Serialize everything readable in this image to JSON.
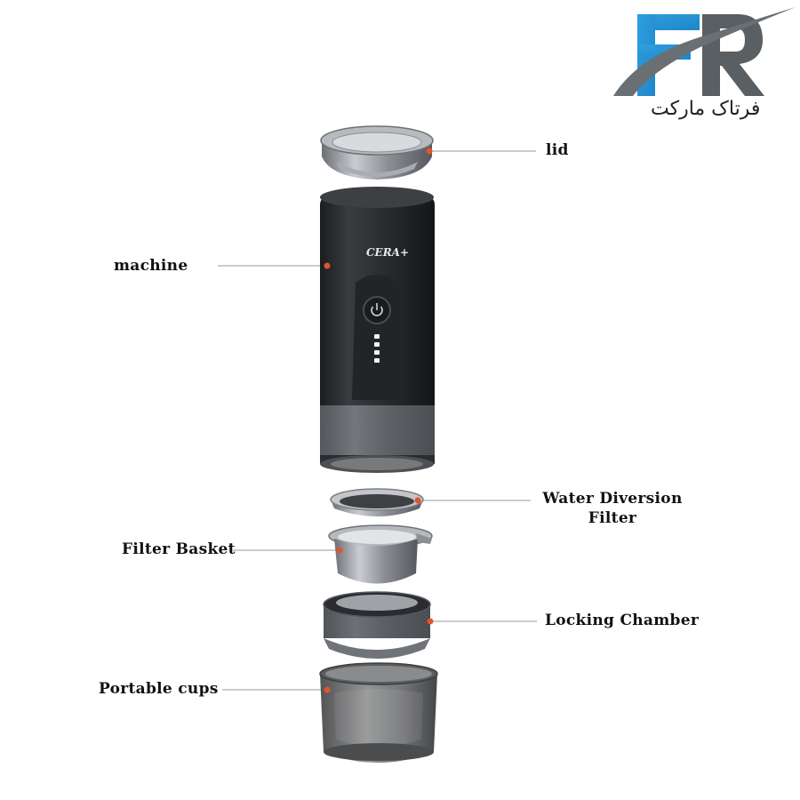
{
  "brand": {
    "logo_letters": "FR",
    "logo_text": "فرتاک مارکت",
    "colors": {
      "blue": "#2f9fe0",
      "gray": "#5a5f63"
    }
  },
  "product": {
    "device_logo": "CERA+",
    "power_icon": "power-icon"
  },
  "labels": {
    "lid": "lid",
    "machine": "machine",
    "water_diversion_line1": "Water Diversion",
    "water_diversion_line2": "Filter",
    "filter_basket": "Filter Basket",
    "locking_chamber": "Locking Chamber",
    "portable_cups": "Portable cups"
  },
  "colors": {
    "marker": "#e0552a",
    "leader_line": "#999999",
    "body_dark": "#2b2d30",
    "metal": "#9a9ea3"
  }
}
